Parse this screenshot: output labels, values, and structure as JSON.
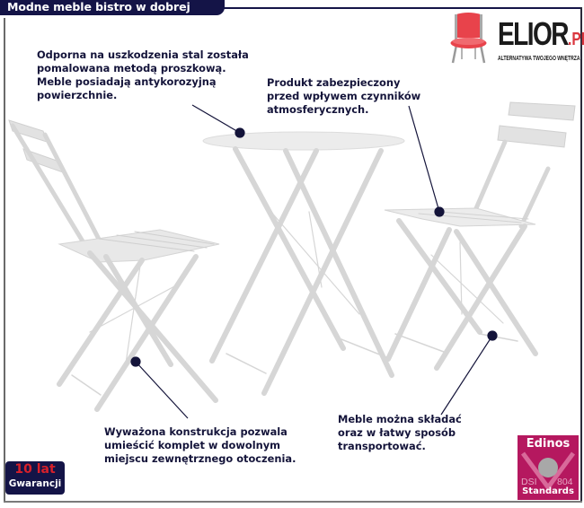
{
  "header": {
    "title": "Modne meble bistro w dobrej cenie."
  },
  "logo": {
    "brand": "ELIOR",
    "tld": ".PL",
    "tagline": "ALTERNATYWA TWOJEGO WNĘTRZA",
    "icon": "red-chair-icon",
    "colors": {
      "chair": "#e8434b",
      "text": "#1b1b1b",
      "accent": "#d9363e"
    }
  },
  "callouts": [
    {
      "id": "steel",
      "lines": [
        "Odporna na uszkodzenia stal została",
        "pomalowana metodą proszkową.",
        "Meble posiadają antykorozyjną",
        "powierzchnie."
      ]
    },
    {
      "id": "weather",
      "lines": [
        "Produkt zabezpieczony",
        "przed wpływem czynników",
        "atmosferycznych."
      ]
    },
    {
      "id": "balance",
      "lines": [
        "Wyważona konstrukcja pozwala",
        "umieścić komplet w dowolnym",
        "miejscu zewnętrznego otoczenia."
      ]
    },
    {
      "id": "folding",
      "lines": [
        "Meble można składać",
        "oraz w łatwy sposób",
        "transportować."
      ]
    }
  ],
  "badges": {
    "warranty": {
      "years": "10 lat",
      "label": "Gwarancji",
      "colors": {
        "bg": "#141447",
        "years": "#d8202a"
      }
    },
    "edinos": {
      "brand": "Edinos",
      "code_left": "DSI",
      "code_right": "804",
      "label": "Standards",
      "colors": {
        "bg": "#b5185f",
        "circle": "#a8a8a8"
      }
    }
  },
  "colors": {
    "navy": "#141447",
    "furniture": "#d9d9d9",
    "callout_dot": "#14143a"
  }
}
